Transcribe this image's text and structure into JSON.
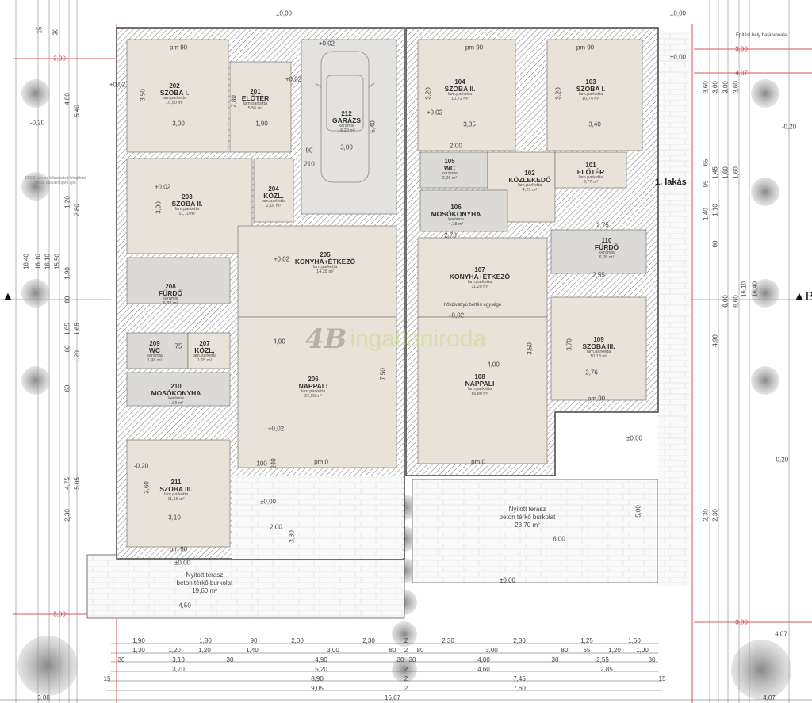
{
  "rooms": [
    {
      "num": "202",
      "name": "SZOBA I.",
      "floor": "lam.parketta",
      "area": "10,50 m²"
    },
    {
      "num": "201",
      "name": "ELŐTÉR",
      "floor": "lam.parketta",
      "area": "5,56 m²"
    },
    {
      "num": "212",
      "name": "GARÁZS",
      "floor": "kerámia",
      "area": "16,20 m²"
    },
    {
      "num": "203",
      "name": "SZOBA II.",
      "floor": "lam.parketta",
      "area": "11,10 m²"
    },
    {
      "num": "204",
      "name": "KÖZL.",
      "floor": "lam.parketta",
      "area": "2,16 m²"
    },
    {
      "num": "205",
      "name": "KONYHA+ÉTKEZŐ",
      "floor": "lam.parketta",
      "area": "14,28 m²"
    },
    {
      "num": "206",
      "name": "NAPPALI",
      "floor": "lam.parketta",
      "area": "22,05 m²"
    },
    {
      "num": "208",
      "name": "FÜRDŐ",
      "floor": "kerámia",
      "area": "6,82 m²"
    },
    {
      "num": "209",
      "name": "WC",
      "floor": "kerámia",
      "area": "1,98 m²"
    },
    {
      "num": "207",
      "name": "KÖZL.",
      "floor": "lam.parketta",
      "area": "1,65 m²"
    },
    {
      "num": "210",
      "name": "MOSÓKONYHA",
      "floor": "kerámia",
      "area": "4,96 m²"
    },
    {
      "num": "211",
      "name": "SZOBA III.",
      "floor": "lam.parketta",
      "area": "11,16 m²"
    },
    {
      "num": "104",
      "name": "SZOBA II.",
      "floor": "lam.parketta",
      "area": "10,72 m²"
    },
    {
      "num": "103",
      "name": "SZOBA I.",
      "floor": "lam.parketta",
      "area": "10,74 m²"
    },
    {
      "num": "105",
      "name": "WC",
      "floor": "kerámia",
      "area": "2,20 m²"
    },
    {
      "num": "102",
      "name": "KÖZLEKEDŐ",
      "floor": "lam.parketta",
      "area": "4,25 m²"
    },
    {
      "num": "101",
      "name": "ELŐTÉR",
      "floor": "lam.parketta",
      "area": "3,77 m²"
    },
    {
      "num": "106",
      "name": "MOSÓKONYHA",
      "floor": "kerámia",
      "area": "4,78 m²"
    },
    {
      "num": "110",
      "name": "FÜRDŐ",
      "floor": "kerámia",
      "area": "6,08 m²"
    },
    {
      "num": "107",
      "name": "KONYHA+ÉTKEZŐ",
      "floor": "lam.parketta",
      "area": "11,20 m²"
    },
    {
      "num": "108",
      "name": "NAPPALI",
      "floor": "lam.parketta",
      "area": "16,80 m²"
    },
    {
      "num": "109",
      "name": "SZOBA III.",
      "floor": "lam.parketta",
      "area": "10,13 m²"
    }
  ],
  "terraces": [
    {
      "l1": "Nyitott terasz",
      "l2": "beton térkő burkolat",
      "l3": "19,60 m²"
    },
    {
      "l1": "Nyitott terasz",
      "l2": "beton térkő burkolat",
      "l3": "23,70 m²"
    }
  ],
  "labels": {
    "flat1": "1. lakás",
    "section_b": "B",
    "building_line": "Építési hely határvonala",
    "heat_pump": "hőszivattyú beltéri egysége",
    "attic_door": "80/120 cm-es hőszigetelt lehajtható létrás padlásfeljáró ajtó",
    "watermark_logo": "4B",
    "watermark_text": "ingatlaniroda"
  },
  "annotations": [
    "pm 90",
    "pm 90",
    "pm 90",
    "pm 90",
    "pm 90",
    "pm 0",
    "pm 0",
    "+0,02",
    "+0,02",
    "+0,02",
    "+0,02",
    "+0,02",
    "+0,02",
    "+0,02",
    "+0,02",
    "±0,00",
    "±0,00",
    "±0,00",
    "±0,00",
    "±0,00",
    "±0,00",
    "±0,00",
    "-0,20",
    "-0,20",
    "-0,20",
    "-0,20",
    "3,00",
    "3,00",
    "3,00",
    "4,07",
    "3,00",
    "4,07",
    "3,00",
    "3,00",
    "1,90",
    "3,35",
    "3,40",
    "2,00",
    "2,70",
    "2,75",
    "2,55",
    "4,90",
    "4,00",
    "2,76",
    "3,10",
    "4,50",
    "2,00",
    "6,00",
    "3,50",
    "2,80",
    "5,40",
    "3,20",
    "3,20",
    "3,00",
    "7,50",
    "3,50",
    "3,70",
    "3,60",
    "5,00",
    "3,30",
    "90",
    "210",
    "100",
    "240",
    "75"
  ],
  "dimension_rows": [
    [
      "1,90",
      "1,80",
      "90",
      "2,00",
      "2,30",
      "2",
      "2,30",
      "2,30",
      "1,25",
      "1,60"
    ],
    [
      "1,30",
      "1,20",
      "1,20",
      "1,40",
      "3,00",
      "80",
      "2",
      "80",
      "3,00",
      "80",
      "65",
      "1,20",
      "1,00"
    ],
    [
      "30",
      "3,10",
      "30",
      "4,90",
      "30",
      "30",
      "4,00",
      "30",
      "2,55",
      "30"
    ],
    [
      "3,70",
      "5,20",
      "2",
      "4,60",
      "2,85"
    ],
    [
      "15",
      "8,90",
      "2",
      "7,45",
      "15"
    ],
    [
      "9,05",
      "2",
      "7,60"
    ],
    [
      "3,00",
      "16,67",
      "4,07"
    ]
  ],
  "side_dims_left": [
    "15",
    "30",
    "4,80",
    "5,40",
    "1,20",
    "2,80",
    "1,90",
    "16,40",
    "16,10",
    "16,10",
    "15,50",
    "60",
    "1,65",
    "1,65",
    "60",
    "1,20",
    "60",
    "4,75",
    "5,05",
    "2,30"
  ],
  "side_dims_right": [
    "3,60",
    "3,60",
    "3,00",
    "3,60",
    "65",
    "95",
    "1,45",
    "1,60",
    "1,60",
    "1,40",
    "1,10",
    "60",
    "16,10",
    "16,40",
    "6,00",
    "6,60",
    "4,90",
    "2,30",
    "2,30"
  ]
}
